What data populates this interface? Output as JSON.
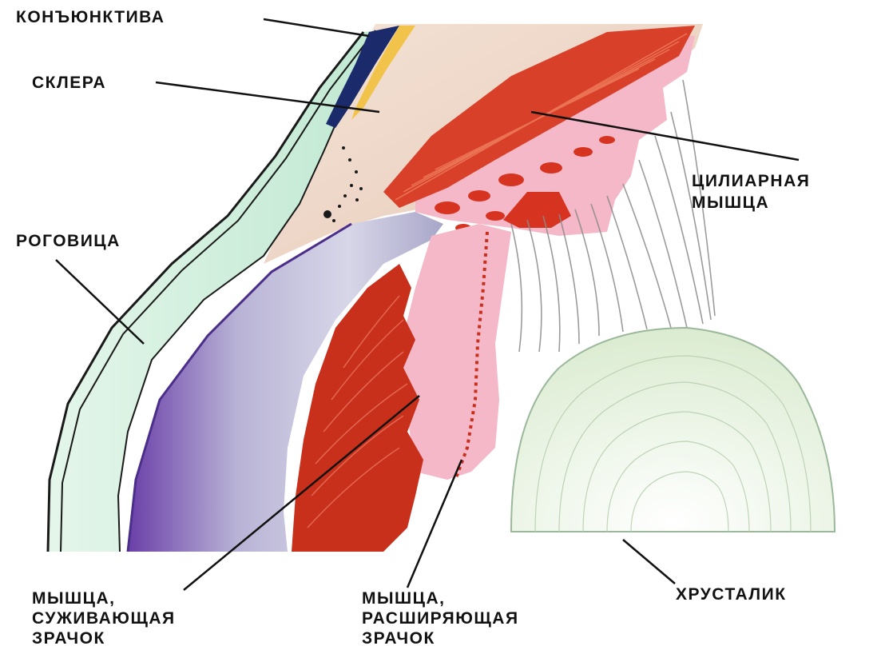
{
  "labels": {
    "conjunctiva": "КОНЪЮНКТИВА",
    "sclera": "СКЛЕРА",
    "ciliary_1": "ЦИЛИАРНАЯ",
    "ciliary_2": "МЫШЦА",
    "cornea": "РОГОВИЦА",
    "sphincter_1": "МЫШЦА,",
    "sphincter_2": "СУЖИВАЮЩАЯ",
    "sphincter_3": "ЗРАЧОК",
    "dilator_1": "МЫШЦА,",
    "dilator_2": "РАСШИРЯЮЩАЯ",
    "dilator_3": "ЗРАЧОК",
    "lens": "ХРУСТАЛИК"
  },
  "colors": {
    "cornea": "#c9ecd7",
    "sclera": "#efd8c8",
    "ciliary_muscle": "#d8402a",
    "iris_stroma": "#f4b8c8",
    "sphincter": "#c8301c",
    "iris_pigment": "#b9b4d6",
    "lens": "#eef6e6",
    "zonule_fibers": "#8a8a8a",
    "outline": "#1a1a1a"
  }
}
